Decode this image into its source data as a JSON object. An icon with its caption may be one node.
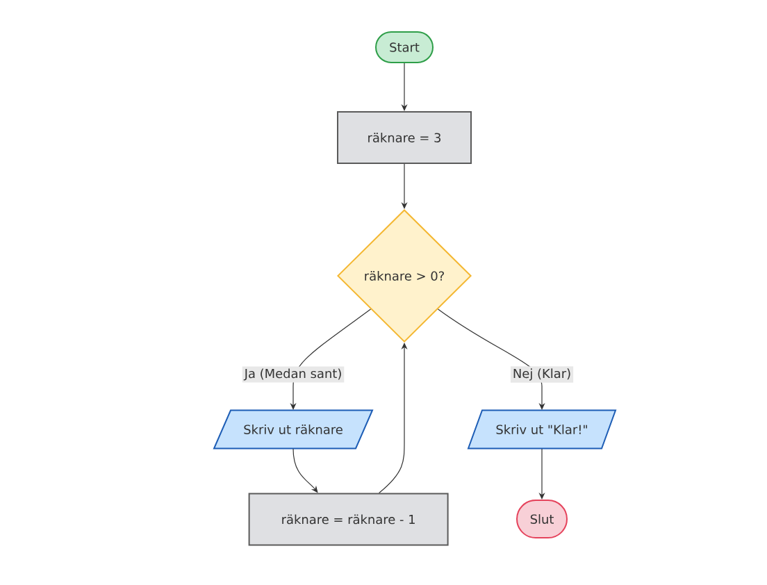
{
  "diagram": {
    "nodes": [
      {
        "text": [
          "Start"
        ]
      },
      {
        "text": [
          "räknare = 3"
        ]
      },
      {
        "text": [
          "räknare > 0?"
        ]
      },
      {
        "text": [
          "Skriv ut räknare"
        ]
      },
      {
        "text": [
          "räknare = räknare - 1"
        ]
      },
      {
        "text": [
          "Skriv ut \"Klar!\""
        ]
      },
      {
        "text": [
          "Slut"
        ]
      }
    ],
    "edges": [
      {
        "from": 0,
        "to": 1,
        "arrow": "to"
      },
      {
        "from": 1,
        "to": 2,
        "arrow": "to"
      },
      {
        "from": 2,
        "to": 3,
        "arrow": "to",
        "label": "Ja (Medan sant)"
      },
      {
        "from": 3,
        "to": 4,
        "arrow": "to"
      },
      {
        "from": 4,
        "to": 2,
        "arrow": "to"
      },
      {
        "from": 2,
        "to": 5,
        "arrow": "to",
        "label": "Nej (Klar)"
      },
      {
        "from": 5,
        "to": 6,
        "arrow": "to"
      }
    ]
  }
}
